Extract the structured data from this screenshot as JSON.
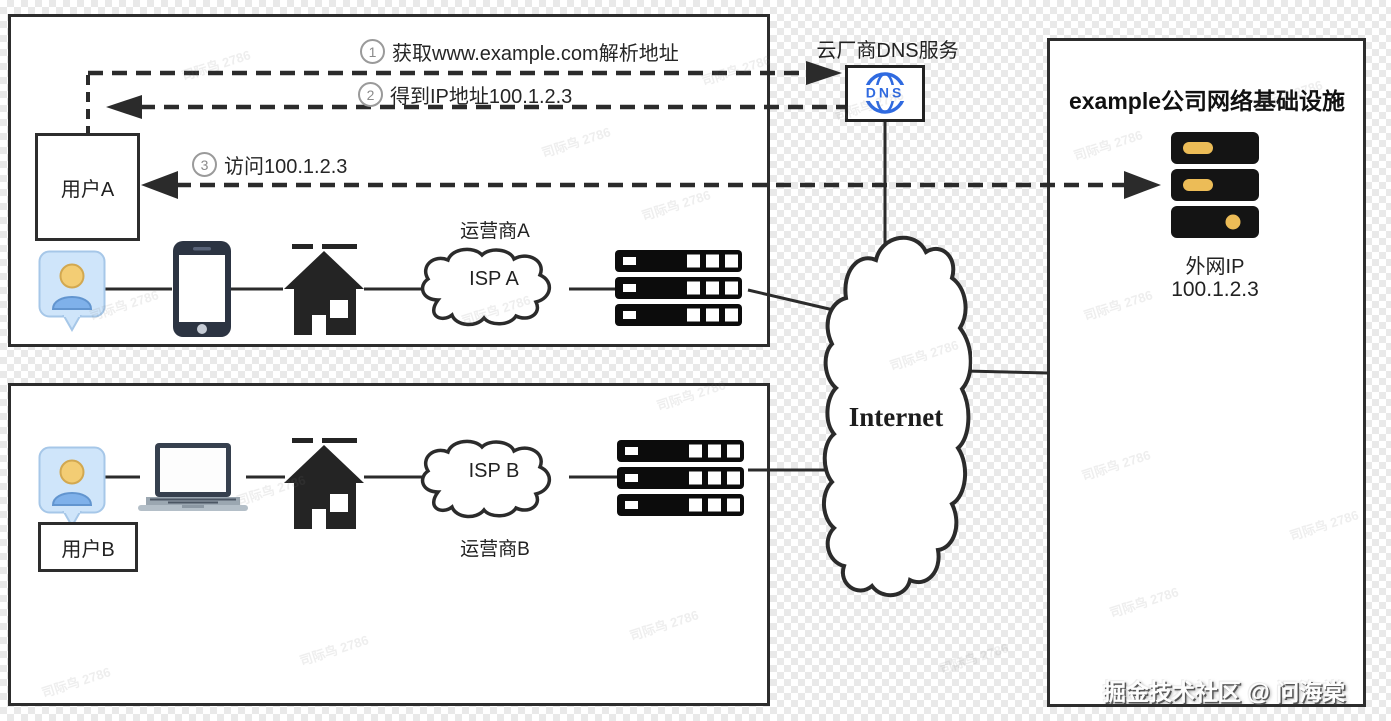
{
  "diagram": {
    "steps": [
      {
        "num": "1",
        "label": "获取www.example.com解析地址"
      },
      {
        "num": "2",
        "label": "得到IP地址100.1.2.3"
      },
      {
        "num": "3",
        "label": "访问100.1.2.3"
      }
    ],
    "dns": {
      "title": "云厂商DNS服务",
      "icon_text": "DNS",
      "icon_color": "#2f6ae0"
    },
    "user_a": {
      "label": "用户A",
      "carrier": "运营商A",
      "isp": "ISP A"
    },
    "user_b": {
      "label": "用户B",
      "carrier": "运营商B",
      "isp": "ISP B"
    },
    "internet": {
      "label": "Internet"
    },
    "company": {
      "title": "example公司网络基础设施",
      "ip_label": "外网IP",
      "ip": "100.1.2.3",
      "server_accent": "#ecbc57"
    },
    "watermark": {
      "footer": "掘金技术社区 @ 问海棠",
      "tile": "司际鸟 2786"
    },
    "colors": {
      "line": "#2b2b2b",
      "checker": "#e9e9e9"
    }
  }
}
